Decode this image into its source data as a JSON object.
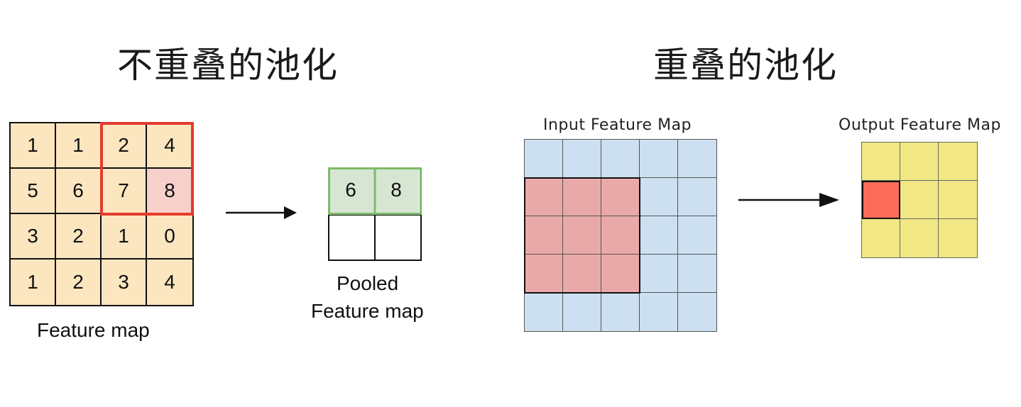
{
  "left": {
    "title": "不重叠的池化",
    "feature_map": {
      "label": "Feature map",
      "rows": [
        [
          "1",
          "1",
          "2",
          "4"
        ],
        [
          "5",
          "6",
          "7",
          "8"
        ],
        [
          "3",
          "2",
          "1",
          "0"
        ],
        [
          "1",
          "2",
          "3",
          "4"
        ]
      ],
      "highlight_cell": [
        1,
        3
      ],
      "pool_window": {
        "rows": [
          0,
          1
        ],
        "cols": [
          2,
          3
        ],
        "color": "#e53a2e"
      }
    },
    "pooled": {
      "label_line1": "Pooled",
      "label_line2": "Feature map",
      "rows": [
        [
          "6",
          "8"
        ],
        [
          "",
          ""
        ]
      ],
      "border_color": "#7dbb6a"
    }
  },
  "right": {
    "title": "重叠的池化",
    "input": {
      "label": "Input Feature Map",
      "size": 5,
      "kernel": {
        "rows": [
          1,
          3
        ],
        "cols": [
          0,
          2
        ]
      },
      "base_color": "#cce0f1",
      "kernel_color": "#eaa9a9"
    },
    "output": {
      "label": "Output Feature Map",
      "size": 3,
      "highlight_cell": [
        1,
        0
      ],
      "base_color": "#f1e784",
      "highlight_color": "#fb6b59"
    }
  }
}
